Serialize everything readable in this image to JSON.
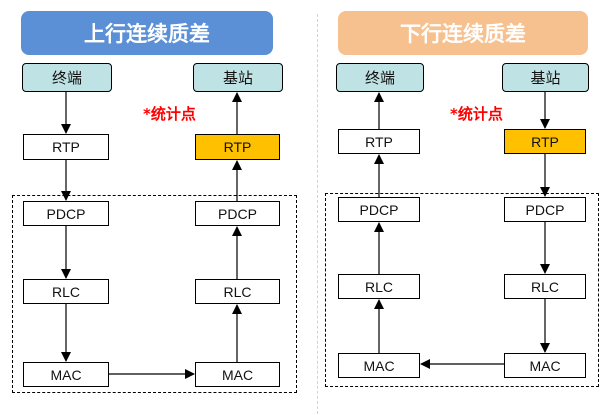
{
  "panels": [
    {
      "title": "上行连续质差",
      "title_color": "#5b8fd6",
      "note": "*统计点",
      "left_column": {
        "endpoint": "终端",
        "layers": [
          "RTP",
          "PDCP",
          "RLC",
          "MAC"
        ]
      },
      "right_column": {
        "endpoint": "基站",
        "layers": [
          "RTP",
          "PDCP",
          "RLC",
          "MAC"
        ]
      },
      "highlighted": "基站 RTP",
      "flow": "终端 → RTP → PDCP → RLC → MAC → MAC → RLC → PDCP → RTP → 基站"
    },
    {
      "title": "下行连续质差",
      "title_color": "#f7c08f",
      "note": "*统计点",
      "left_column": {
        "endpoint": "终端",
        "layers": [
          "RTP",
          "PDCP",
          "RLC",
          "MAC"
        ]
      },
      "right_column": {
        "endpoint": "基站",
        "layers": [
          "RTP",
          "PDCP",
          "RLC",
          "MAC"
        ]
      },
      "highlighted": "基站 RTP",
      "flow": "基站 → RTP → PDCP → RLC → MAC → MAC → RLC → PDCP → RTP → 终端"
    }
  ],
  "colors": {
    "endpoint_fill": "#bfe3e5",
    "highlight_fill": "#ffc000",
    "note": "#ff0000",
    "divider": "#f0e040"
  }
}
